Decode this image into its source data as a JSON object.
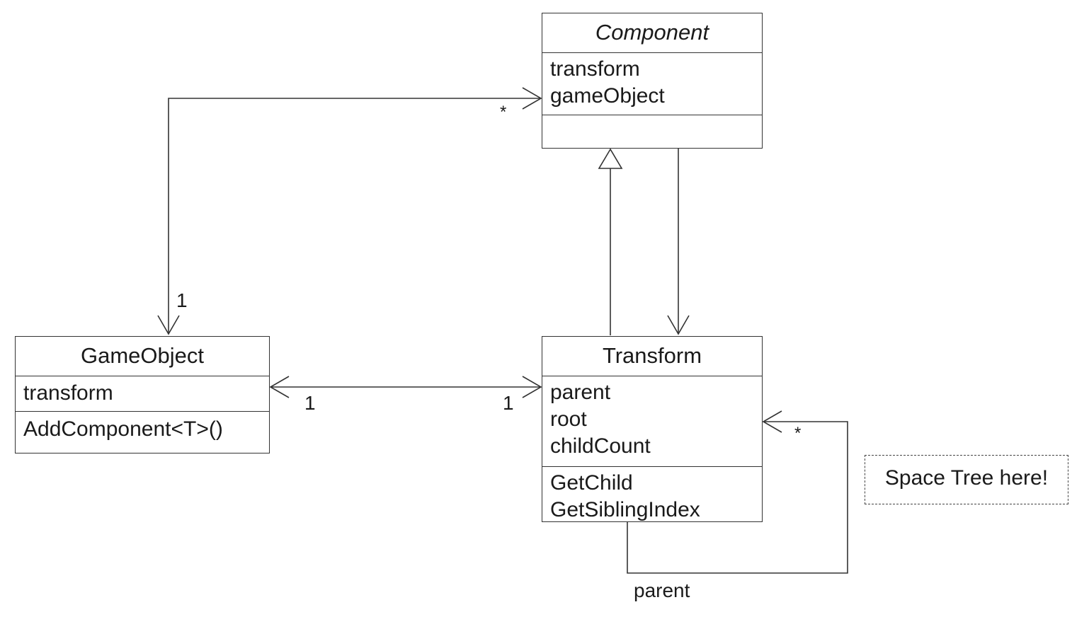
{
  "classes": {
    "component": {
      "name": "Component",
      "attributes": [
        "transform",
        "gameObject"
      ],
      "operations": []
    },
    "gameobject": {
      "name": "GameObject",
      "attributes": [
        "transform"
      ],
      "operations": [
        "AddComponent<T>()"
      ]
    },
    "transform": {
      "name": "Transform",
      "attributes": [
        "parent",
        "root",
        "childCount"
      ],
      "operations": [
        "GetChild",
        "GetSiblingIndex"
      ]
    }
  },
  "associations": {
    "gameobject_component": {
      "source_mult": "1",
      "target_mult": "*"
    },
    "gameobject_transform": {
      "left_mult": "1",
      "right_mult": "1"
    },
    "transform_self": {
      "mult": "*",
      "role": "parent"
    }
  },
  "note": {
    "text": "Space Tree here!"
  }
}
